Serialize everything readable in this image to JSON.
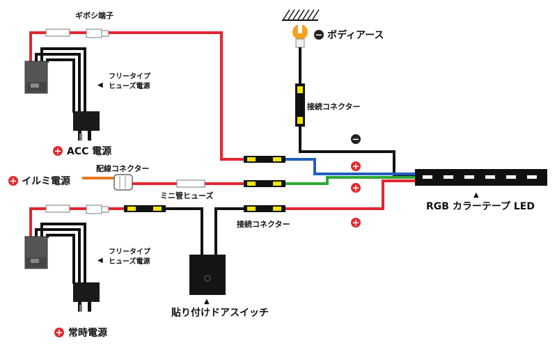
{
  "labels": {
    "gibosi_terminal": "ギボシ端子",
    "body_earth": "ボディアース",
    "fuse_power_top_1": "フリータイプ",
    "fuse_power_top_2": "ヒューズ電源",
    "acc_power": "ACC 電源",
    "connect_connector_top": "接続コネクター",
    "wiring_connector": "配線コネクター",
    "illumi_power": "イルミ電源",
    "mini_fuse": "ミニ管ヒューズ",
    "led_tape": "RGB カラーテープ LED",
    "connect_connector_bottom": "接続コネクター",
    "fuse_power_bot_1": "フリータイプ",
    "fuse_power_bot_2": "ヒューズ電源",
    "door_switch": "貼り付けドアスイッチ",
    "constant_power": "常時電源"
  },
  "signs": {
    "minus": "−",
    "plus": "+",
    "pointer": "▲",
    "pointer_left": "◀"
  },
  "colors": {
    "red_wire": "#e3262f",
    "blue_wire": "#1f5fbf",
    "green_wire": "#2fa836",
    "orange_wire": "#e8771e",
    "black_wire": "#111111",
    "plus_badge": "#e02a2f",
    "minus_badge": "#222222",
    "connector_yellow": "#f2e600",
    "terminal_orange": "#f3a21c"
  }
}
